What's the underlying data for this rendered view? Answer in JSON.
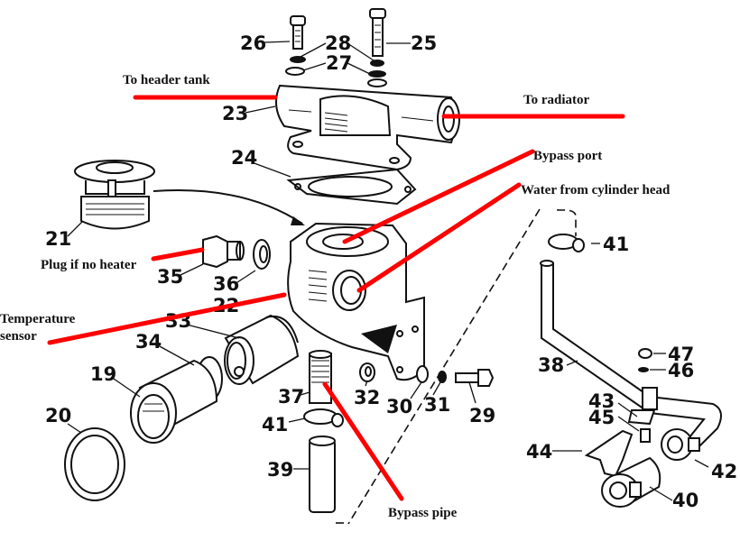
{
  "diagram": {
    "title": "Thermostat housing and bypass exploded view",
    "annotation_color": "#ff0000",
    "annotations": [
      {
        "id": "header-tank",
        "text": "To header tank"
      },
      {
        "id": "radiator",
        "text": "To radiator"
      },
      {
        "id": "bypass-port",
        "text": "Bypass port"
      },
      {
        "id": "water-cyl-head",
        "text": "Water from cylinder head"
      },
      {
        "id": "plug-no-heater",
        "text": "Plug if no heater"
      },
      {
        "id": "temp-sensor-1",
        "text": "Temperature"
      },
      {
        "id": "temp-sensor-2",
        "text": "sensor"
      },
      {
        "id": "bypass-pipe",
        "text": "Bypass pipe"
      }
    ],
    "part_numbers": {
      "p26": "26",
      "p28": "28",
      "p25": "25",
      "p27": "27",
      "p23": "23",
      "p24": "24",
      "p21": "21",
      "p35": "35",
      "p36": "36",
      "p22": "22",
      "p33": "33",
      "p34": "34",
      "p19": "19",
      "p20": "20",
      "p37": "37",
      "p32": "32",
      "p30": "30",
      "p31": "31",
      "p29": "29",
      "p41a": "41",
      "p39": "39",
      "p41b": "41",
      "p38": "38",
      "p47": "47",
      "p46": "46",
      "p43": "43",
      "p45": "45",
      "p44": "44",
      "p42": "42",
      "p40": "40"
    }
  }
}
